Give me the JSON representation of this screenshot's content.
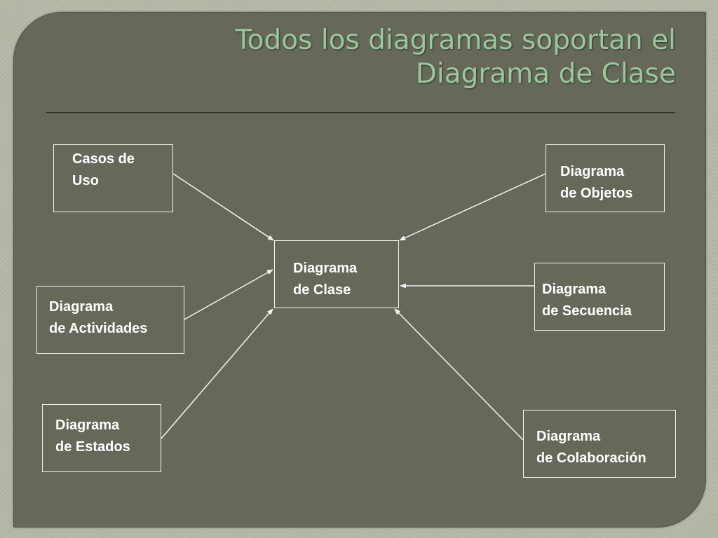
{
  "slide": {
    "title_line1": "Todos los diagramas soportan el",
    "title_line2": "Diagrama de Clase"
  },
  "diagram": {
    "center": {
      "line1": "Diagrama",
      "line2": "de Clase"
    },
    "casos_uso": {
      "line1": "Casos de",
      "line2": "Uso"
    },
    "actividades": {
      "line1": "Diagrama",
      "line2": "de Actividades"
    },
    "estados": {
      "line1": "Diagrama",
      "line2": "de Estados"
    },
    "objetos": {
      "line1": "Diagrama",
      "line2": "de Objetos"
    },
    "secuencia": {
      "line1": "Diagrama",
      "line2": "de Secuencia"
    },
    "colaboracion": {
      "line1": "Diagrama",
      "line2": "de Colaboración"
    }
  },
  "colors": {
    "title": "#9cc79d",
    "slide_background": "#66695a",
    "box_border": "#f4f4f4",
    "text": "#ffffff"
  }
}
